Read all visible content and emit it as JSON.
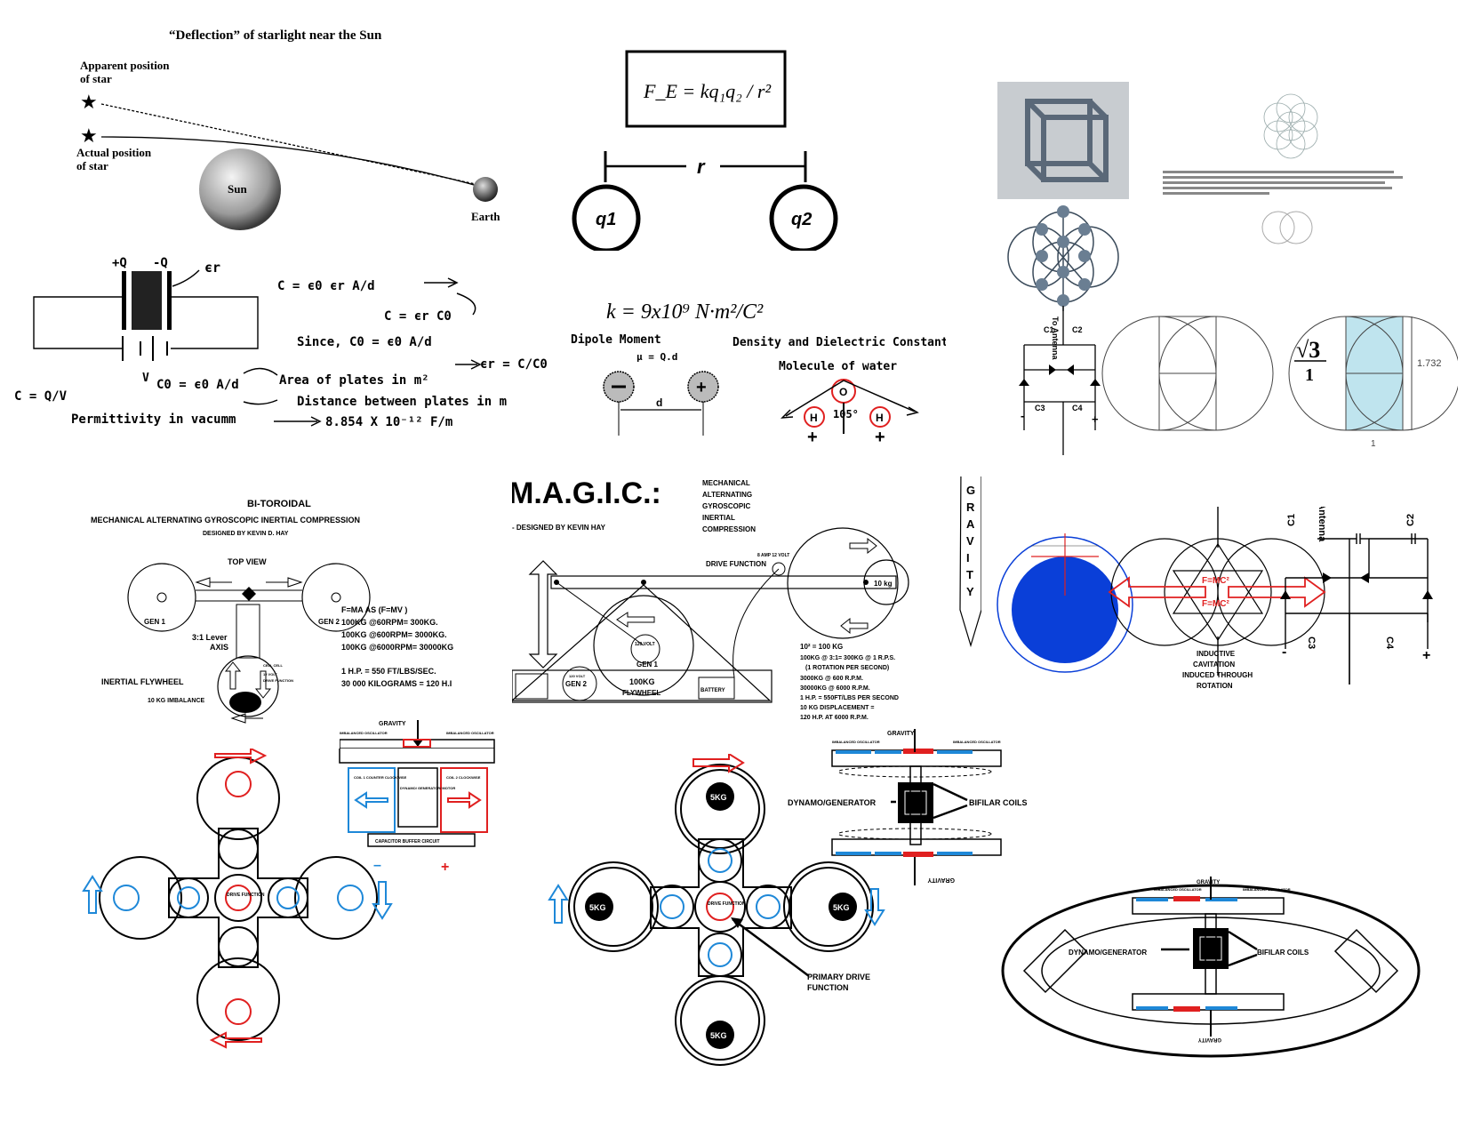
{
  "starlight": {
    "title": "“Deflection” of starlight near the Sun",
    "apparent_line1": "Apparent position",
    "apparent_line2": "of star",
    "actual_line1": "Actual position",
    "actual_line2": "of star",
    "sun": "Sun",
    "earth": "Earth"
  },
  "capacitor": {
    "plus_q": "+Q",
    "minus_q": "-Q",
    "er": "ϵr",
    "eq1": "C  = ϵ0 ϵr A/d",
    "eq2": "C  = ϵr C0",
    "since": "Since,  C0 = ϵ0 A/d",
    "er_eq": "ϵr =  C/C0",
    "v": "V",
    "c0": "C0 = ϵ0 A/d",
    "cqv": "C  =  Q/V",
    "area": "Area of plates in m²",
    "distance": "Distance between plates in m",
    "permittivity": "Permittivity in vacumm",
    "perm_value": "8.854 X 10⁻¹² F/m"
  },
  "coulomb": {
    "formula": "F_E = kq₁q₂ / r²",
    "r": "r",
    "q1": "q1",
    "q2": "q2",
    "k": "k = 9x10⁹ N·m²/C²",
    "dipole_title": "Dipole Moment",
    "dipole_formula": "μ = Q.d",
    "d": "d",
    "density_title": "Density and Dielectric Constant",
    "water_title": "Molecule of water",
    "o": "O",
    "h": "H",
    "angle": "105°",
    "plus": "+"
  },
  "geometry": {
    "c1": "C1",
    "c2": "C2",
    "c3": "C3",
    "c4": "C4",
    "antenna": "To Antenna",
    "minus": "-",
    "plus": "+",
    "sqrt3": "√3",
    "one": "1",
    "ratio": "1.732"
  },
  "bitoroidal": {
    "title": "BI-TOROIDAL",
    "subtitle": "MECHANICAL ALTERNATING GYROSCOPIC INERTIAL COMPRESSION",
    "designer": "DESIGNED BY KEVIN D. HAY",
    "top_view": "TOP VIEW",
    "gen1": "GEN 1",
    "gen2": "GEN 2",
    "lever": "3:1 Lever",
    "axis": "AXIS",
    "cell": "CELL CELL",
    "volt12": "12 VOLT",
    "drive": "DRIVE FUNCTION",
    "flywheel": "INERTIAL FLYWHEEL",
    "imbalance": "10 KG IMBALANCE",
    "f1": "F=MA AS (F=MV )",
    "f2": "100KG @60RPM= 300KG.",
    "f3": "100KG @600RPM= 3000KG.",
    "f4": "100KG @6000RPM= 30000KG",
    "f5": "1 H.P. = 550 FT/LBS/SEC.",
    "f6": "30 000 KILOGRAMS = 120 H.I"
  },
  "magic": {
    "title": "M.A.G.I.C.:",
    "m1": "MECHANICAL",
    "m2": "ALTERNATING",
    "m3": "GYROSCOPIC",
    "m4": "INERTIAL",
    "m5": "COMPRESSION",
    "designer": "- DESIGNED BY KEVIN HAY",
    "gravity": [
      "G",
      "R",
      "A",
      "V",
      "I",
      "T",
      "Y"
    ],
    "drive": "DRIVE FUNCTION",
    "amp": "8 AMP  12 VOLT",
    "kg10": "10 kg",
    "volt120": "120 VOLT",
    "gen1": "GEN 1",
    "gen2": "GEN 2",
    "kg100": "100KG",
    "flywheel": "FLYWHEEL",
    "battery": "BATTERY",
    "n1": "10² = 100 KG",
    "n2": "100KG @ 3:1= 300KG @ 1 R.P.S.",
    "n3": "(1 ROTATION PER SECOND)",
    "n4": "3000KG @ 600 R.P.M.",
    "n5": "30000KG @ 6000 R.P.M.",
    "n6": "1 H.P. = 550FT/LBS PER SECOND",
    "n7": "10 KG DISPLACEMENT =",
    "n8": "120 H.P. AT 6000 R.P.M."
  },
  "cavitation": {
    "fmc": "F=MC²",
    "label1": "INDUCTIVE",
    "label2": "CAVITATION",
    "label3": "INDUCED THROUGH",
    "label4": "ROTATION"
  },
  "bottom": {
    "drive_fn": "DRIVE FUNCTION",
    "gravity": "GRAVITY",
    "imbalanced": "IMBALANCED OSCILLATOR",
    "coil1": "COIL 1 COUNTER CLOCKWISE",
    "coil2": "COIL 2 CLOCKWISE",
    "dynamo_small": "DYNAMO/ GENERATOR/ MOTOR",
    "capacitor": "CAPACITOR BUFFER CIRCUIT",
    "minus": "–",
    "plus": "+",
    "kg5": "5KG",
    "primary1": "PRIMARY DRIVE",
    "primary2": "FUNCTION",
    "dynamo": "DYNAMO/GENERATOR",
    "bifilar": "BIFILAR COILS"
  },
  "colors": {
    "red": "#e02020",
    "blue": "#1e88d8",
    "deep_blue": "#0a3fd8",
    "light_blue": "#bfe4ee"
  }
}
